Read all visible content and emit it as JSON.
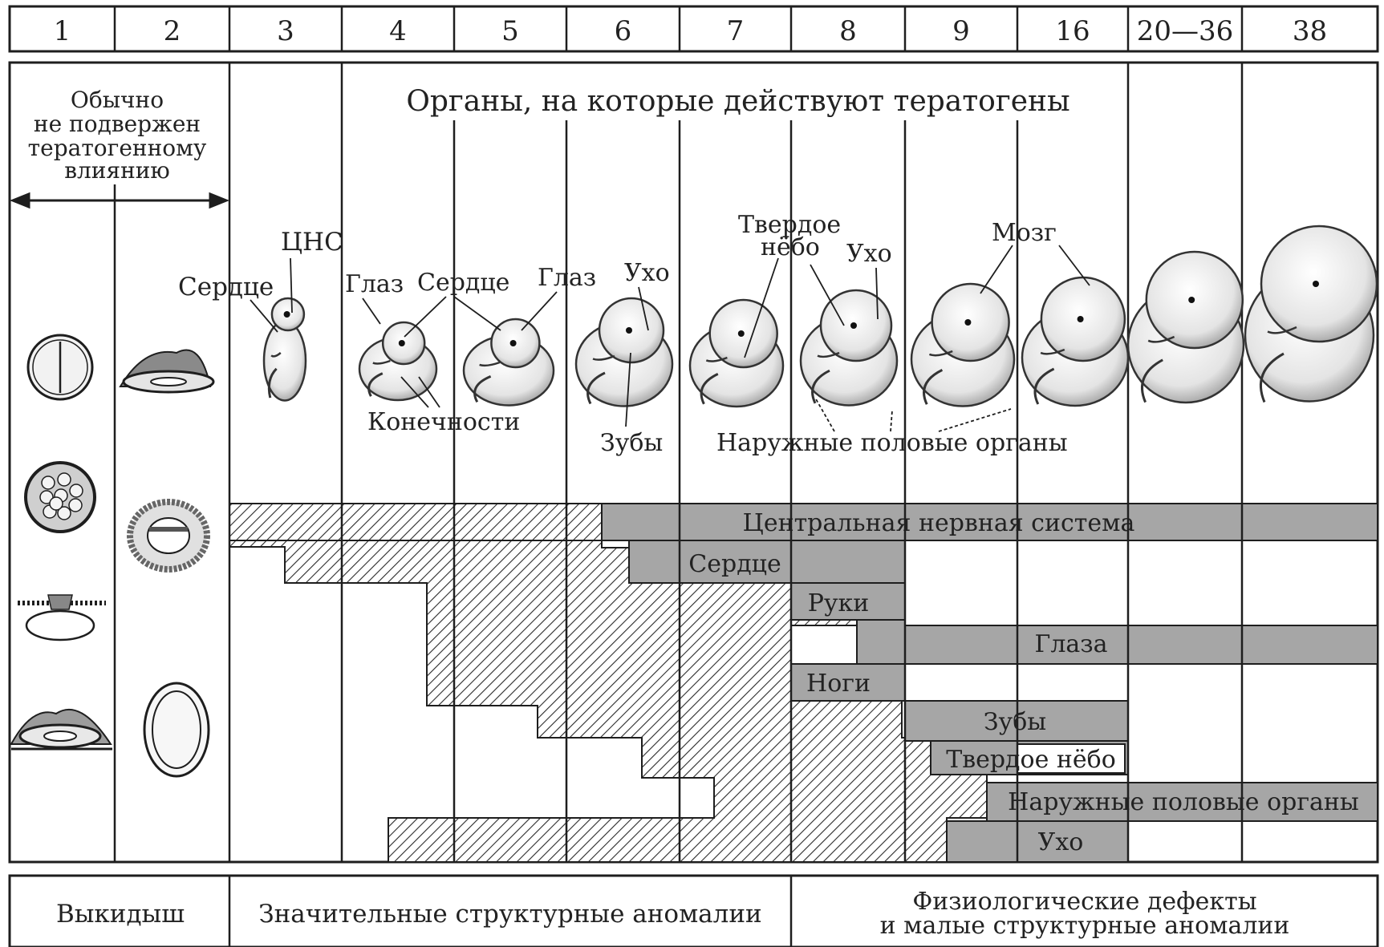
{
  "weeks": [
    "1",
    "2",
    "3",
    "4",
    "5",
    "6",
    "7",
    "8",
    "9",
    "16",
    "20—36",
    "38"
  ],
  "header_note": [
    "Обычно",
    "не подвержен",
    "тератогенному",
    "влиянию"
  ],
  "top_title": "Органы, на которые действуют тератогены",
  "embryo_labels": {
    "cns": "ЦНС",
    "heart": "Сердце",
    "eye": "Глаз",
    "heart2": "Сердце",
    "eye2": "Глаз",
    "ear": "Ухо",
    "palate_1": "Твердое",
    "palate_2": "нёбо",
    "ear2": "Ухо",
    "brain": "Мозг",
    "limbs": "Конечности",
    "teeth": "Зубы",
    "genitals": "Наружные половые органы"
  },
  "sensitivity_bars": {
    "cns": "Центральная нервная система",
    "heart": "Сердце",
    "arms": "Руки",
    "eyes": "Глаза",
    "legs": "Ноги",
    "teeth": "Зубы",
    "palate_a": "Твердое",
    "palate_b": "нёбо",
    "genitals": "Наружные половые органы",
    "ear": "Ухо"
  },
  "outcomes": {
    "miscarriage": "Выкидыш",
    "major": "Значительные структурные аномалии",
    "physio_1": "Физиологические дефекты",
    "physio_2": "и малые структурные аномалии"
  },
  "colors": {
    "bar_gray": "#a6a6a6",
    "hatch": "#2a2a2a",
    "line": "#1e1e1e"
  }
}
